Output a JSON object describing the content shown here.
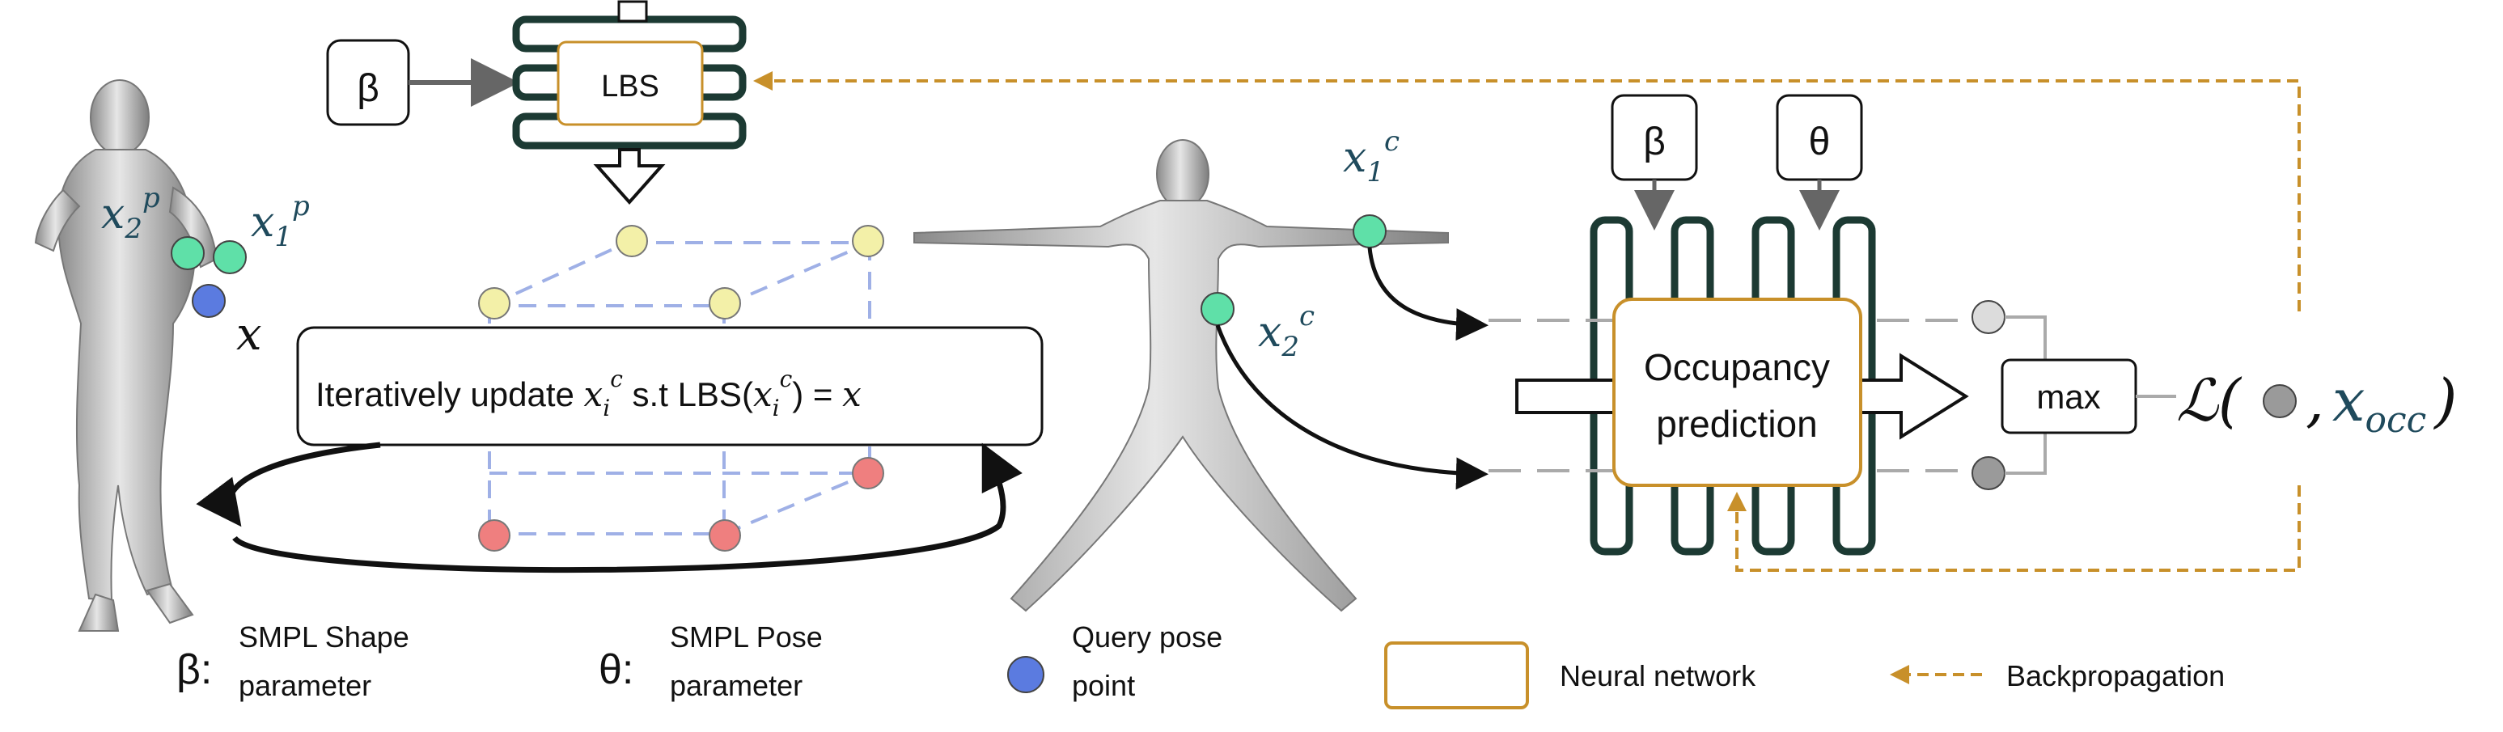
{
  "params": {
    "beta_symbol": "β",
    "theta_symbol": "θ"
  },
  "lbs": {
    "label": "LBS"
  },
  "points": {
    "x2p_base": "x",
    "x2p_sub": "2",
    "x2p_sup": "p",
    "x1p_base": "x",
    "x1p_sub": "1",
    "x1p_sup": "p",
    "x_label": "x",
    "x1c_base": "x",
    "x1c_sub": "1",
    "x1c_sup": "c",
    "x2c_base": "x",
    "x2c_sub": "2",
    "x2c_sup": "c"
  },
  "update_box": {
    "prefix": "Iteratively update ",
    "var_base": "x",
    "var_sub": "i",
    "var_sup": "c",
    "middle": " s.t ",
    "func": "LBS(",
    "arg_base": "x",
    "arg_sub": "i",
    "arg_sup": "c",
    "suffix": ") = ",
    "rhs": "x"
  },
  "occupancy": {
    "line1": "Occupancy",
    "line2": "prediction"
  },
  "max_label": "max",
  "loss": {
    "symbol": "ℒ(",
    "target_base": "x",
    "target_sub": "occ",
    "close": ")",
    "comma": ","
  },
  "legend": {
    "beta_label": "β:",
    "beta_desc_1": "SMPL Shape",
    "beta_desc_2": "parameter",
    "theta_label": "θ:",
    "theta_desc_1": "SMPL Pose",
    "theta_desc_2": "parameter",
    "query_desc_1": "Query pose",
    "query_desc_2": "point",
    "nn_desc": "Neural network",
    "backprop_desc": "Backpropagation"
  },
  "colors": {
    "dark_teal": "#1c3a33",
    "orange": "#c8902a",
    "green_point": "#5fe0a8",
    "blue_point": "#5b7be0",
    "yellow_point": "#f3f0a8",
    "red_point": "#ef7f7f",
    "grid_dash": "#9fb0e6",
    "gray": "#666666"
  }
}
